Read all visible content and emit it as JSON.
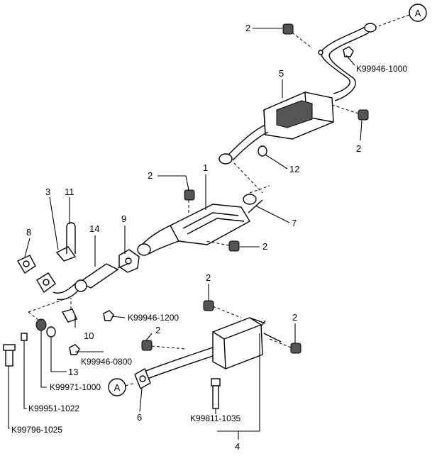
{
  "callouts": {
    "n1": "1",
    "n2a": "2",
    "n2b": "2",
    "n2c": "2",
    "n2d": "2",
    "n2e": "2",
    "n2f": "2",
    "n2g": "2",
    "n3": "3",
    "n4": "4",
    "n5": "5",
    "n6": "6",
    "n7": "7",
    "n8": "8",
    "n9": "9",
    "n10": "10",
    "n11": "11",
    "n12": "12",
    "n13": "13",
    "n14": "14"
  },
  "part_numbers": {
    "k1": "K99946-1000",
    "k2": "K99946-1200",
    "k3": "K99946-0800",
    "k4": "K99971-1000",
    "k5": "K99951-1022",
    "k6": "K99796-1025",
    "k7": "K99811-1035"
  },
  "connectors": {
    "a_top": "A",
    "a_bottom": "A"
  }
}
